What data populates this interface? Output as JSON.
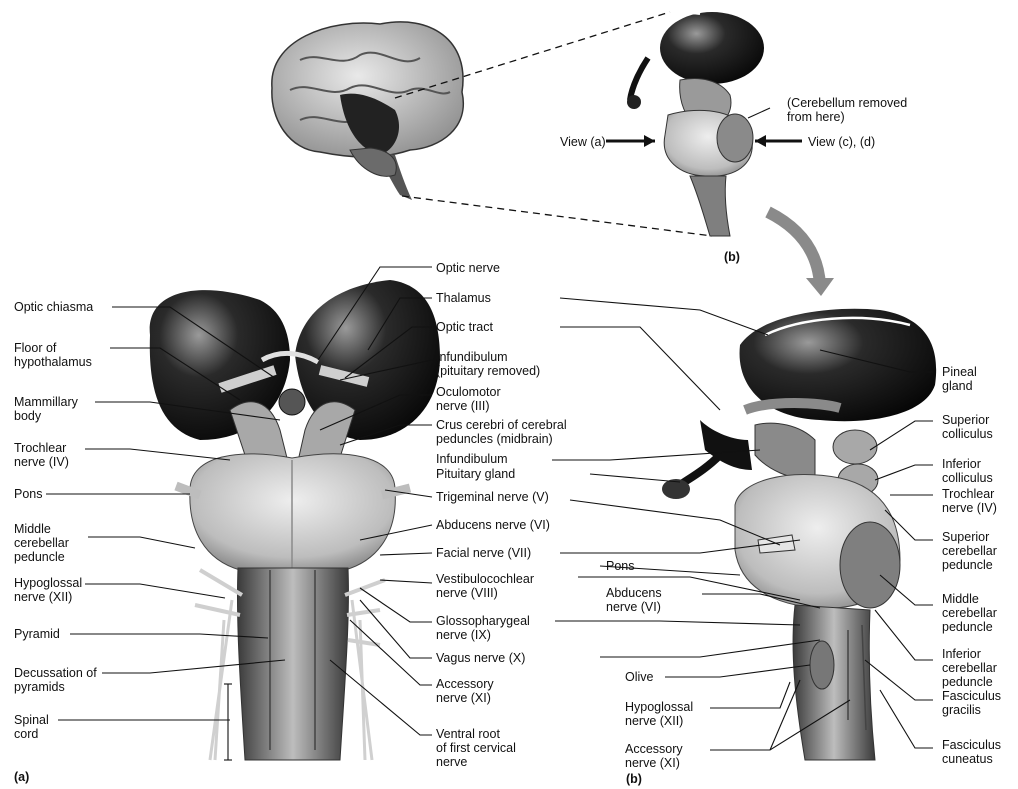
{
  "top_view": {
    "note": "(Cerebellum removed\nfrom here)",
    "view_a": "View (a)",
    "view_cd": "View (c), (d)",
    "panel_b": "(b)"
  },
  "view_a_labels": {
    "optic_nerve": "Optic nerve",
    "optic_chiasma": "Optic chiasma",
    "thalamus": "Thalamus",
    "optic_tract": "Optic tract",
    "floor_hypothalamus": "Floor of\nhypothalamus",
    "infundibulum_removed": "Infundibulum\n(pituitary removed)",
    "mammillary_body": "Mammillary\nbody",
    "oculomotor": "Oculomotor\nnerve (III)",
    "crus_cerebri": "Crus cerebri of cerebral\npeduncles (midbrain)",
    "trochlear_left": "Trochlear\nnerve (IV)",
    "infundibulum": "Infundibulum",
    "pituitary_gland": "Pituitary gland",
    "pons_left": "Pons",
    "trigeminal": "Trigeminal nerve (V)",
    "middle_cp_left": "Middle\ncerebellar\npeduncle",
    "abducens_a": "Abducens nerve (VI)",
    "facial": "Facial nerve (VII)",
    "hypoglossal_left": "Hypoglossal\nnerve (XII)",
    "vestibulo": "Vestibulocochlear\nnerve (VIII)",
    "pyramid": "Pyramid",
    "glosso": "Glossopharygeal\nnerve (IX)",
    "vagus": "Vagus nerve (X)",
    "decussation": "Decussation of\npyramids",
    "accessory_mid": "Accessory\nnerve (XI)",
    "spinal_cord": "Spinal\ncord",
    "ventral_root": "Ventral root\nof first cervical\nnerve",
    "panel_a": "(a)"
  },
  "view_b_labels": {
    "pineal": "Pineal\ngland",
    "sup_colliculus": "Superior\ncolliculus",
    "inf_colliculus": "Inferior\ncolliculus",
    "trochlear_right": "Trochlear\nnerve (IV)",
    "sup_cp": "Superior\ncerebellar\npeduncle",
    "pons_right": "Pons",
    "abducens_b": "Abducens\nnerve (VI)",
    "middle_cp_right": "Middle\ncerebellar\npeduncle",
    "inf_cp": "Inferior\ncerebellar\npeduncle",
    "olive": "Olive",
    "hypoglossal_right": "Hypoglossal\nnerve (XII)",
    "fasc_gracilis": "Fasciculus\ngracilis",
    "accessory_right": "Accessory\nnerve (XI)",
    "fasc_cuneatus": "Fasciculus\ncuneatus",
    "panel_b2": "(b)"
  },
  "colors": {
    "ink": "#111111",
    "tissue_dark": "#1a1a1a",
    "tissue_mid": "#8c8c8c",
    "tissue_light": "#d9d9d9"
  }
}
